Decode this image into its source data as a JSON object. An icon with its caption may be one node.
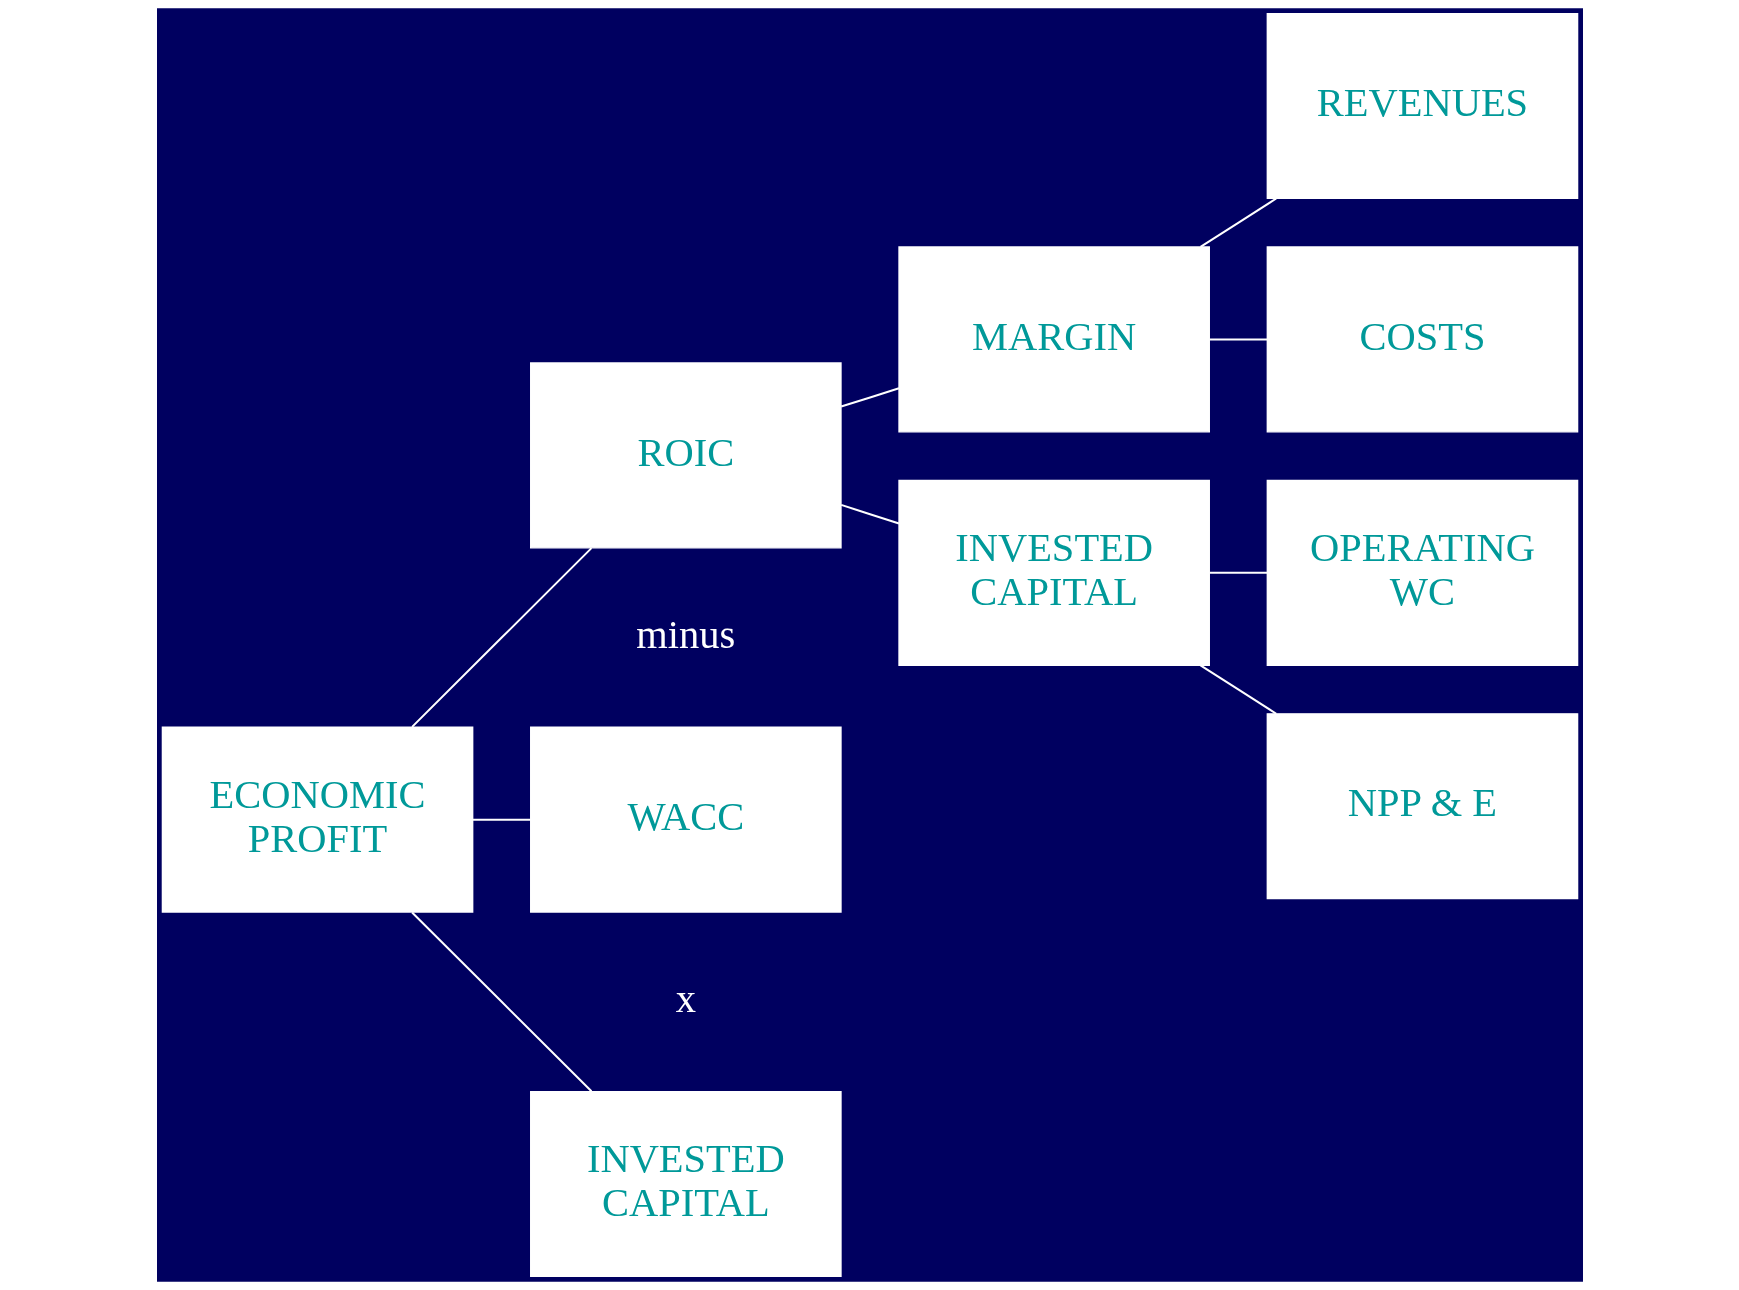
{
  "diagram": {
    "nodes": [
      {
        "text": [
          "ECONOMIC PROFIT"
        ]
      },
      {
        "text": [
          "ROIC"
        ]
      },
      {
        "text": [
          "WACC"
        ]
      },
      {
        "text": [
          "INVESTED CAPITAL"
        ]
      },
      {
        "text": [
          "MARGIN"
        ]
      },
      {
        "text": [
          "INVESTED CAPITAL"
        ]
      },
      {
        "text": [
          "REVENUES"
        ]
      },
      {
        "text": [
          "COSTS"
        ]
      },
      {
        "text": [
          "OPERATING WC"
        ]
      },
      {
        "text": [
          "NPP & E"
        ]
      }
    ],
    "edges": [
      {
        "from": 0,
        "to": 1,
        "arrow": "none"
      },
      {
        "from": 0,
        "to": 2,
        "arrow": "none"
      },
      {
        "from": 0,
        "to": 3,
        "arrow": "none"
      },
      {
        "from": 1,
        "to": 4,
        "arrow": "none"
      },
      {
        "from": 1,
        "to": 5,
        "arrow": "none"
      },
      {
        "from": 4,
        "to": 6,
        "arrow": "none"
      },
      {
        "from": 4,
        "to": 7,
        "arrow": "none"
      },
      {
        "from": 5,
        "to": 8,
        "arrow": "none"
      },
      {
        "from": 5,
        "to": 9,
        "arrow": "none"
      }
    ],
    "labels": [
      "minus",
      "x"
    ]
  }
}
